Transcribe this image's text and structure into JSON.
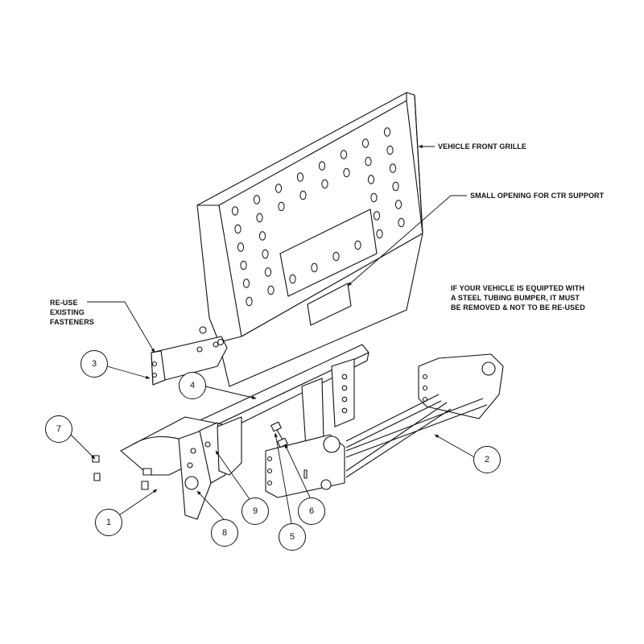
{
  "labels": {
    "vehicle_front_grille": "VEHICLE FRONT GRILLE",
    "small_opening": "SMALL OPENING FOR CTR SUPPORT",
    "reuse_fasteners": [
      "RE-USE",
      "EXISTING",
      "FASTENERS"
    ],
    "steel_bumper_note": [
      "IF YOUR VEHICLE IS EQUIPTED WITH",
      "A STEEL TUBING BUMPER, IT MUST",
      "BE REMOVED & NOT TO BE RE-USED"
    ]
  },
  "callouts": [
    "1",
    "2",
    "3",
    "4",
    "5",
    "6",
    "7",
    "8",
    "9"
  ]
}
